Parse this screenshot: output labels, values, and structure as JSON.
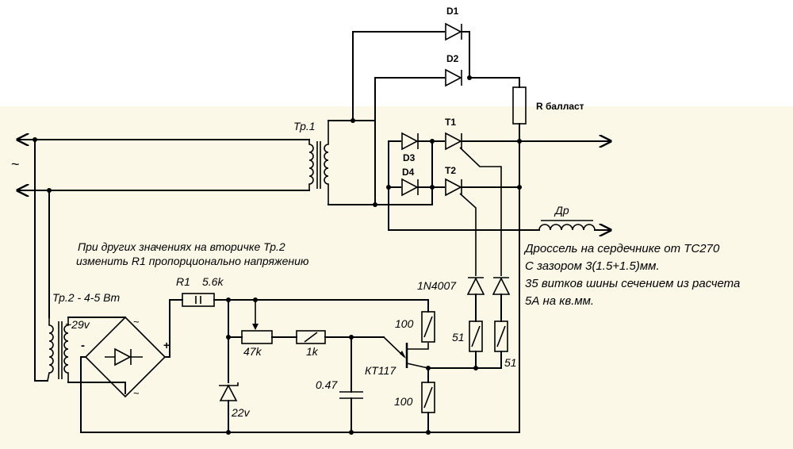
{
  "colors": {
    "background_upper": "#ffffff",
    "background_lower": "#fbf8e8",
    "wire": "#000000"
  },
  "labels": {
    "d1": "D1",
    "d2": "D2",
    "d3": "D3",
    "d4": "D4",
    "t1": "T1",
    "t2": "T2",
    "r_ballast": "R  балласт",
    "tr1": "Тр.1",
    "ac": "~",
    "dr": "Др",
    "tr2": "Тр.2 - 4-5 Вт",
    "v29": "~29v",
    "r1": "R1",
    "r1_value": "5.6k",
    "pot": "47k",
    "r_1k": "1k",
    "cap": "0.47",
    "zener": "22v",
    "transistor": "КТ117",
    "r100_top": "100",
    "r100_bottom": "100",
    "diode_1n4007": "1N4007",
    "r51_left": "51",
    "r51_right": "51",
    "bridge_minus": "-",
    "bridge_plus": "+",
    "bridge_ac_top": "~",
    "bridge_ac_bottom": "~"
  },
  "notes": {
    "tr2_note_line1": "При других значениях на вторичке Тр.2",
    "tr2_note_line2": "изменить R1 пропорционально напряжению",
    "choke_line1": "Дроссель на сердечнике от ТС270",
    "choke_line2": "С зазором 3(1.5+1.5)мм.",
    "choke_line3": "35 витков шины сечением из расчета",
    "choke_line4": "5А на кв.мм."
  }
}
